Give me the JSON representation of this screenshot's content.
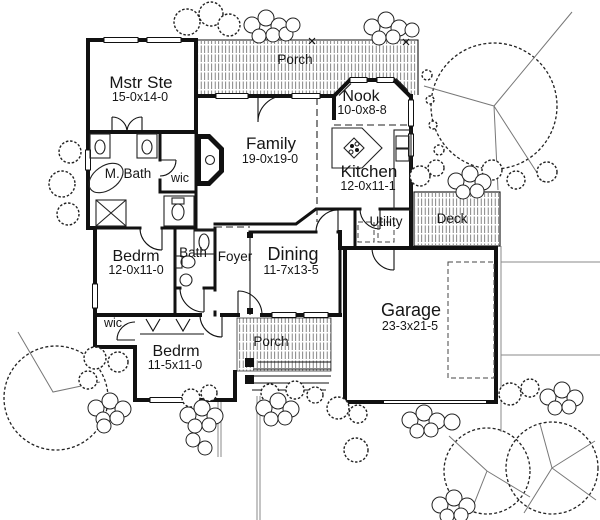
{
  "plan": {
    "rooms": {
      "mstr": {
        "name": "Mstr Ste",
        "dim": "15-0x14-0"
      },
      "porch_top": {
        "name": "Porch"
      },
      "nook": {
        "name": "Nook",
        "dim": "10-0x8-8"
      },
      "family": {
        "name": "Family",
        "dim": "19-0x19-0"
      },
      "kitchen": {
        "name": "Kitchen",
        "dim": "12-0x11-1"
      },
      "mbath": {
        "name": "M. Bath"
      },
      "wic1": {
        "name": "wic"
      },
      "utility": {
        "name": "Utility"
      },
      "deck": {
        "name": "Deck"
      },
      "bedrm1": {
        "name": "Bedrm",
        "dim": "12-0x11-0"
      },
      "bath2": {
        "name": "Bath"
      },
      "foyer": {
        "name": "Foyer"
      },
      "dining": {
        "name": "Dining",
        "dim": "11-7x13-5"
      },
      "garage": {
        "name": "Garage",
        "dim": "23-3x21-5"
      },
      "wic2": {
        "name": "wic"
      },
      "bedrm2": {
        "name": "Bedrm",
        "dim": "11-5x11-0"
      },
      "porch_bottom": {
        "name": "Porch"
      }
    },
    "colors": {
      "line": "#111111",
      "background": "#ffffff",
      "hatch": "#666666"
    }
  }
}
